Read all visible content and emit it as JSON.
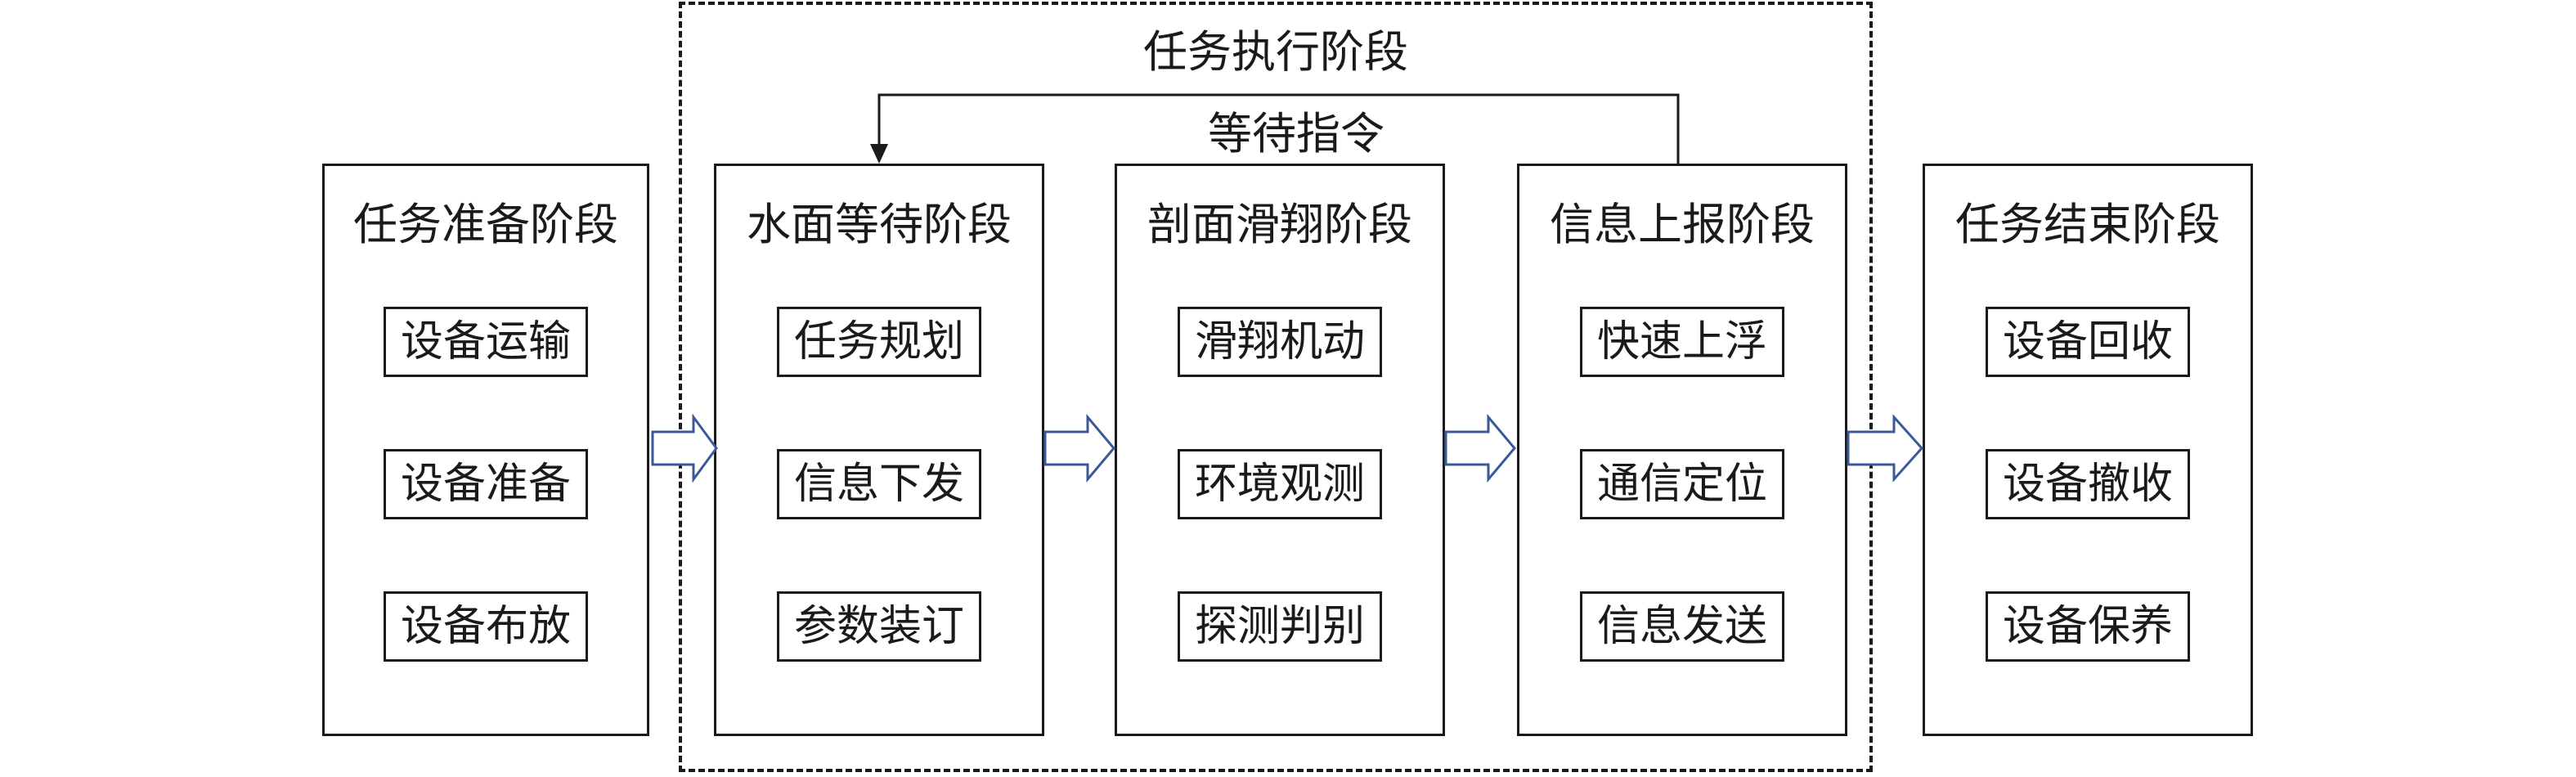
{
  "region_title": "任务执行阶段",
  "loop_label": "等待指令",
  "stages": [
    {
      "title": "任务准备阶段",
      "tasks": [
        "设备运输",
        "设备准备",
        "设备布放"
      ]
    },
    {
      "title": "水面等待阶段",
      "tasks": [
        "任务规划",
        "信息下发",
        "参数装订"
      ]
    },
    {
      "title": "剖面滑翔阶段",
      "tasks": [
        "滑翔机动",
        "环境观测",
        "探测判别"
      ]
    },
    {
      "title": "信息上报阶段",
      "tasks": [
        "快速上浮",
        "通信定位",
        "信息发送"
      ]
    },
    {
      "title": "任务结束阶段",
      "tasks": [
        "设备回收",
        "设备撤收",
        "设备保养"
      ]
    }
  ],
  "colors": {
    "line": "#1a1a1a",
    "arrow_stroke": "#3b5998",
    "arrow_fill": "#ffffff"
  }
}
